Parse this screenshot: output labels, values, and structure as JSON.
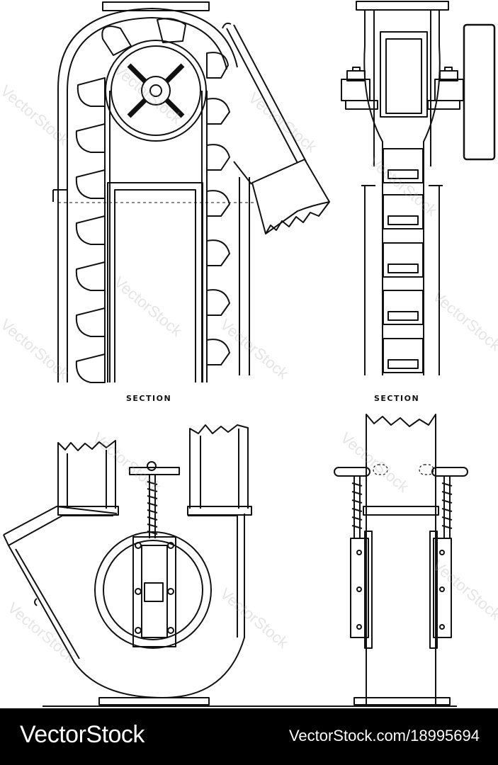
{
  "labels": {
    "section_left": "SECTION",
    "section_right": "SECTION"
  },
  "watermark": {
    "text": "VectorStock"
  },
  "footer": {
    "brand": "VectorStock",
    "url": "VectorStock.com/18995694"
  }
}
